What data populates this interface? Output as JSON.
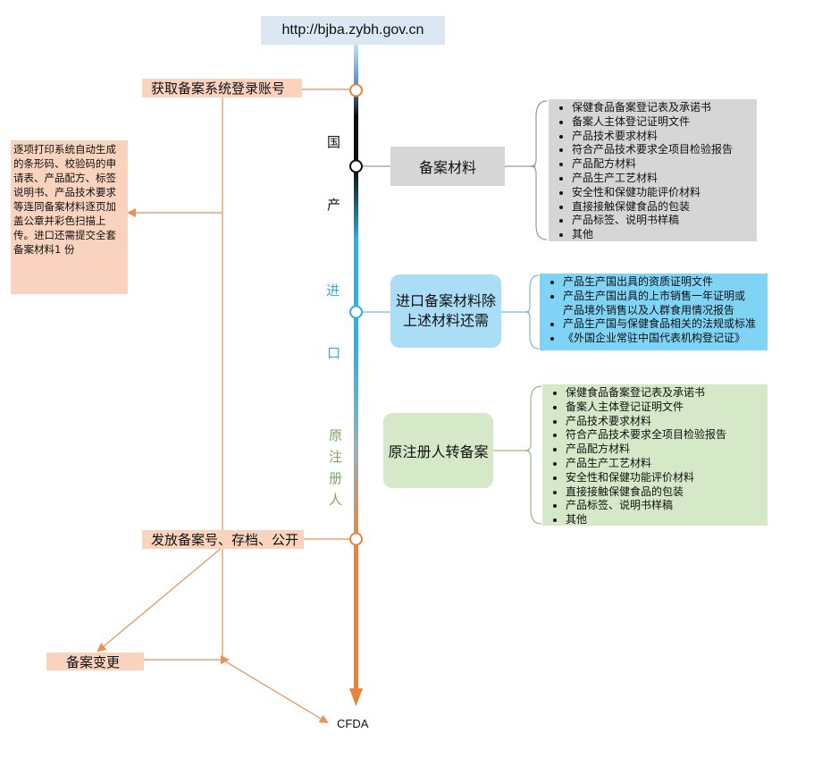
{
  "top_url": "http://bjba.zybh.gov.cn",
  "steps": {
    "login_account": "获取备案系统登录账号",
    "issue_number": "发放备案号、存档、公开",
    "record_change": "备案变更",
    "cfda": "CFDA"
  },
  "print_note": "逐项打印系统自动生成的条形码、校验码的申请表、产品配方、标签说明书、产品技术要求等连同备案材料逐页加盖公章并彩色扫描上传。进口还需提交全套备案材料1 份",
  "axis_labels": {
    "domestic_1": "国",
    "domestic_2": "产",
    "import_1": "进",
    "import_2": "口",
    "orig_1": "原",
    "orig_2": "注",
    "orig_3": "册",
    "orig_4": "人"
  },
  "branches": {
    "domestic": {
      "label": "备案材料",
      "items": [
        "保健食品备案登记表及承诺书",
        "备案人主体登记证明文件",
        "产品技术要求材料",
        "符合产品技术要求全项目检验报告",
        "产品配方材料",
        "产品生产工艺材料",
        "安全性和保健功能评价材料",
        "直接接触保健食品的包装",
        "产品标签、说明书样稿",
        "其他"
      ]
    },
    "import": {
      "label": "进口备案材料除上述材料还需",
      "items": [
        "产品生产国出具的资质证明文件",
        "产品生产国出具的上市销售一年证明或",
        "产品境外销售以及人群食用情况报告",
        "产品生产国与保健食品相关的法规或标准",
        "《外国企业常驻中国代表机构登记证》"
      ]
    },
    "original_registrant": {
      "label": "原注册人转备案",
      "items": [
        "保健食品备案登记表及承诺书",
        "备案人主体登记证明文件",
        "产品技术要求材料",
        "符合产品技术要求全项目检验报告",
        "产品配方材料",
        "产品生产工艺材料",
        "安全性和保健功能评价材料",
        "直接接触保健食品的包装",
        "产品标签、说明书样稿",
        "其他"
      ]
    }
  },
  "colors": {
    "axis_top": "#c5dff2",
    "axis_dark": "#0d0d0d",
    "axis_cyan": "#2fb0dc",
    "axis_orange": "#e8843c",
    "connector": "#e8915a",
    "peach": "#f9d3bd",
    "gray": "#d6d6d6",
    "blue": "#7fd3f5",
    "green": "#d5e8c7"
  }
}
